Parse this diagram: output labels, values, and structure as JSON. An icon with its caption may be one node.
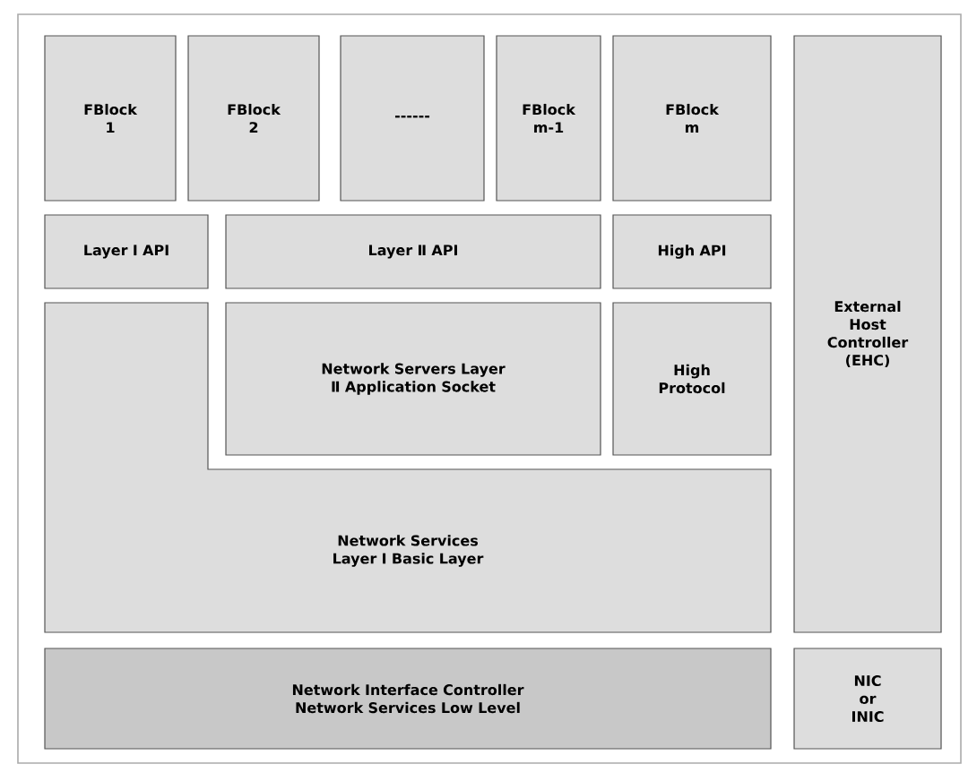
{
  "diagram": {
    "nodes": [
      {
        "text": [
          "FBlock 1"
        ]
      },
      {
        "text": [
          "FBlock 2"
        ]
      },
      {
        "text": [
          "------"
        ]
      },
      {
        "text": [
          "FBlock m-1"
        ]
      },
      {
        "text": [
          "FBlock m"
        ]
      },
      {
        "text": [
          "External Host Controller (EHC)"
        ]
      },
      {
        "text": [
          "Layer Ⅰ API"
        ]
      },
      {
        "text": [
          "Layer Ⅱ API"
        ]
      },
      {
        "text": [
          "High API"
        ]
      },
      {
        "text": [
          "Network Servers Layer Ⅱ Application Socket"
        ]
      },
      {
        "text": [
          "High Protocol"
        ]
      },
      {
        "text": [
          "Network Services Layer Ⅰ Basic Layer"
        ]
      },
      {
        "text": [
          "Network Interface Controller Network Services Low Level"
        ]
      },
      {
        "text": [
          "NIC or INIC"
        ]
      }
    ]
  }
}
